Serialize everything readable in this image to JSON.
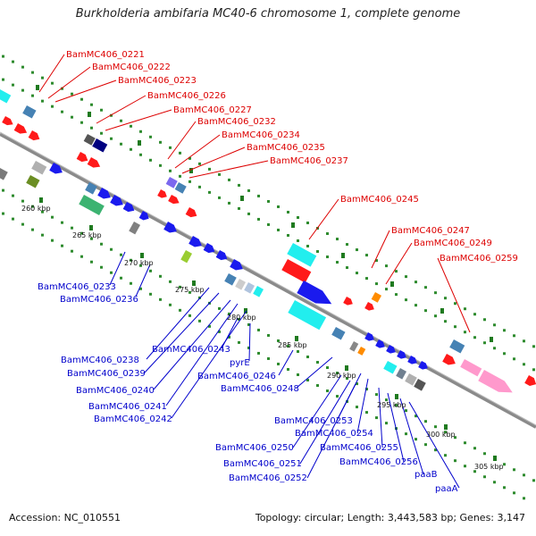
{
  "title": "Burkholderia ambifaria MC40-6 chromosome 1, complete genome",
  "footer": {
    "accession": "Accession: NC_010551",
    "topology": "Topology: circular; Length: 3,443,583 bp; Genes: 3,147"
  },
  "kbp_ticks": [
    "260 kbp",
    "265 kbp",
    "270 kbp",
    "275 kbp",
    "280 kbp",
    "285 kbp",
    "290 kbp",
    "295 kbp",
    "300 kbp",
    "305 kbp"
  ],
  "top_labels": [
    "BamMC406_0221",
    "BamMC406_0222",
    "BamMC406_0223",
    "BamMC406_0226",
    "BamMC406_0227",
    "BamMC406_0232",
    "BamMC406_0234",
    "BamMC406_0235",
    "BamMC406_0237",
    "BamMC406_0245",
    "BamMC406_0247",
    "BamMC406_0249",
    "BamMC406_0259"
  ],
  "bottom_labels": [
    "BamMC406_0233",
    "BamMC406_0236",
    "BamMC406_0238",
    "BamMC406_0239",
    "BamMC406_0240",
    "BamMC406_0241",
    "BamMC406_0242",
    "BamMC406_0243",
    "pyrE",
    "BamMC406_0246",
    "BamMC406_0248",
    "BamMC406_0253",
    "BamMC406_0254",
    "BamMC406_0250",
    "BamMC406_0255",
    "BamMC406_0251",
    "BamMC406_0256",
    "BamMC406_0252",
    "paaB",
    "paaA"
  ],
  "colors": {
    "top_label": "#dd0000",
    "bottom_label": "#0000cc",
    "backbone": "#8a8a8a",
    "dots": "#2e8b2e",
    "gene_red": "#ff1a1a",
    "gene_blue": "#1a1aee",
    "gene_cyan": "#22eeee",
    "gene_pink": "#ff99cc",
    "gene_steel": "#4682b4"
  }
}
